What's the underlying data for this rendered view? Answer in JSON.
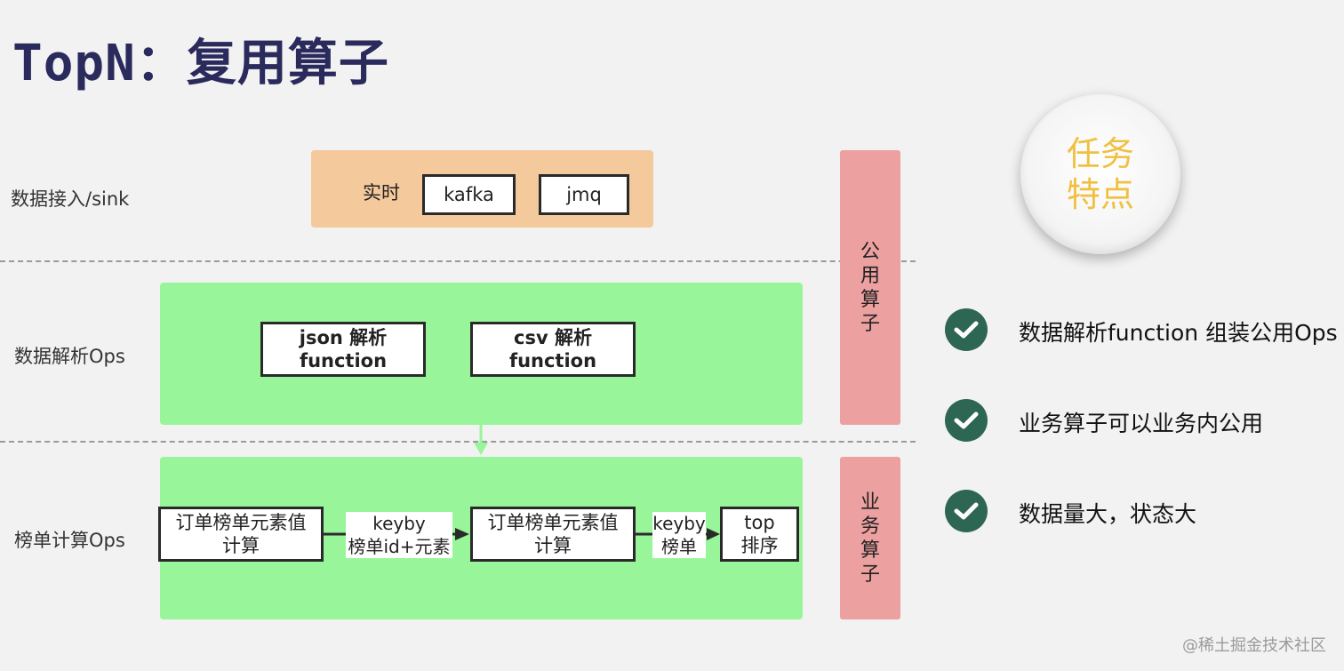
{
  "title": "TopN：复用算子",
  "rows": {
    "ingest_label": "数据接入/sink",
    "parse_label": "数据解析Ops",
    "rank_label": "榜单计算Ops"
  },
  "ingest": {
    "realtime_label": "实时",
    "kafka": "kafka",
    "jmq": "jmq"
  },
  "parse": {
    "json_line1": "json 解析",
    "json_line2": "function",
    "csv_line1": "csv 解析",
    "csv_line2": "function"
  },
  "rank": {
    "box1_line1": "订单榜单元素值",
    "box1_line2": "计算",
    "edge1_line1": "keyby",
    "edge1_line2": "榜单id+元素",
    "box2_line1": "订单榜单元素值",
    "box2_line2": "计算",
    "edge2_line1": "keyby",
    "edge2_line2": "榜单",
    "box3_line1": "top",
    "box3_line2": "排序"
  },
  "side": {
    "common_ops": [
      "公",
      "用",
      "算",
      "子"
    ],
    "business_ops": [
      "业",
      "务",
      "算",
      "子"
    ]
  },
  "task": {
    "line1": "任务",
    "line2": "特点"
  },
  "features": [
    "数据解析function 组装公用Ops",
    "业务算子可以业务内公用",
    "数据量大，状态大"
  ],
  "watermark": "@稀土掘金技术社区",
  "colors": {
    "title": "#2a2a5c",
    "ingest_band": "#f4c99c",
    "ops_band": "#98f59a",
    "side_band": "#eca0a0",
    "task_text": "#f0c040",
    "check": "#2d6652"
  }
}
